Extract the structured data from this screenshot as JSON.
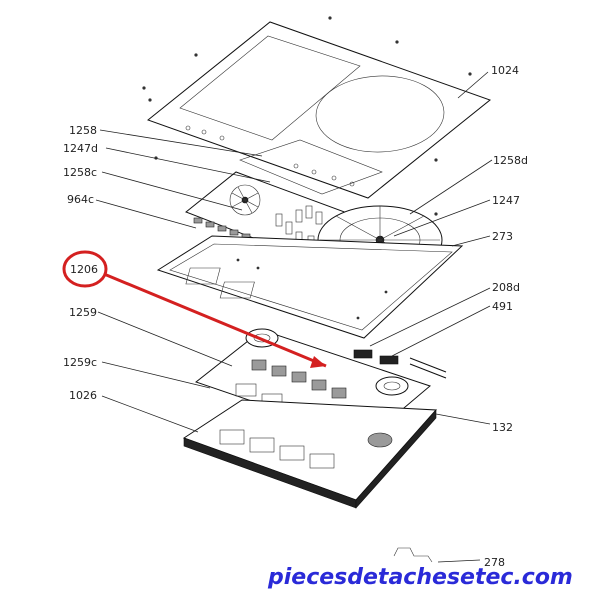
{
  "labels": {
    "l1024": "1024",
    "l1258": "1258",
    "l1247d": "1247d",
    "l1258c": "1258c",
    "l1258d": "1258d",
    "l964c": "964c",
    "l1247": "1247",
    "l273": "273",
    "l1206": "1206",
    "l208d": "208d",
    "l491": "491",
    "l1259": "1259",
    "l1259c": "1259c",
    "l1026": "1026",
    "l132": "132",
    "l278": "278"
  },
  "watermark": "piecesdetachesetec.com",
  "colors": {
    "highlight": "#d42020",
    "watermark": "#2a2ad8"
  }
}
